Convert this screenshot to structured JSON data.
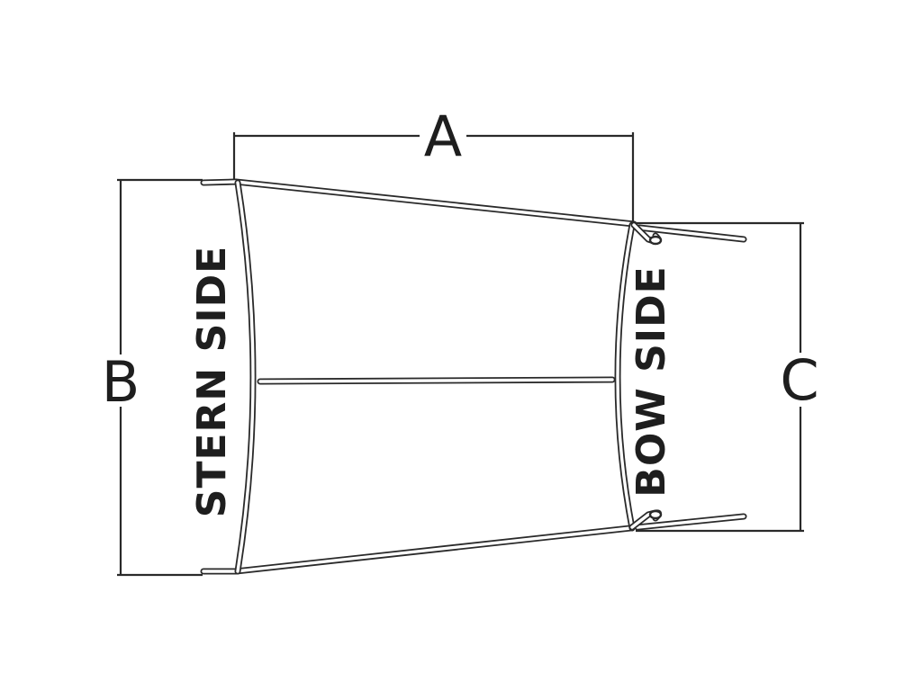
{
  "diagram": {
    "dimensions": {
      "a": "A",
      "b": "B",
      "c": "C"
    },
    "labels": {
      "stern": "STERN SIDE",
      "bow": "BOW SIDE"
    }
  }
}
